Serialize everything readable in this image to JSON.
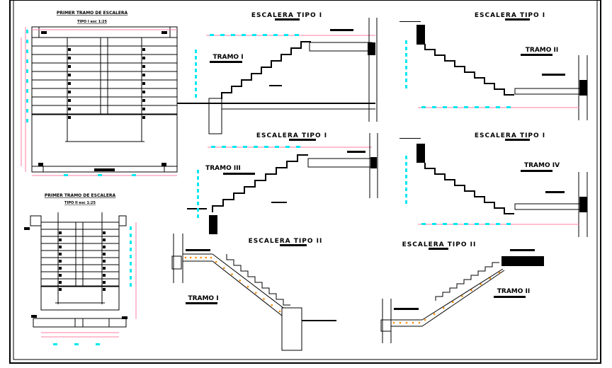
{
  "drawing": {
    "plans": [
      {
        "title": "PRIMER TRAMO DE ESCALERA",
        "subtitle": "TIPO I  esc 1:25"
      },
      {
        "title": "PRIMER TRAMO DE ESCALERA",
        "subtitle": "TIPO II  esc 1:25"
      }
    ],
    "sections": [
      {
        "title": "ESCALERA TIPO I",
        "tramo": "TRAMO I"
      },
      {
        "title": "ESCALERA TIPO I",
        "tramo": "TRAMO II"
      },
      {
        "title": "ESCALERA TIPO I",
        "tramo": "TRAMO III"
      },
      {
        "title": "ESCALERA TIPO I",
        "tramo": "TRAMO IV"
      },
      {
        "title": "ESCALERA TIPO II",
        "tramo": "TRAMO I"
      },
      {
        "title": "ESCALERA TIPO II",
        "tramo": "TRAMO II"
      }
    ],
    "colors": {
      "line": "#000000",
      "dimension": "#ff7fa0",
      "dimension_text": "#00e8f0",
      "rebar": "#ff8a00"
    }
  }
}
